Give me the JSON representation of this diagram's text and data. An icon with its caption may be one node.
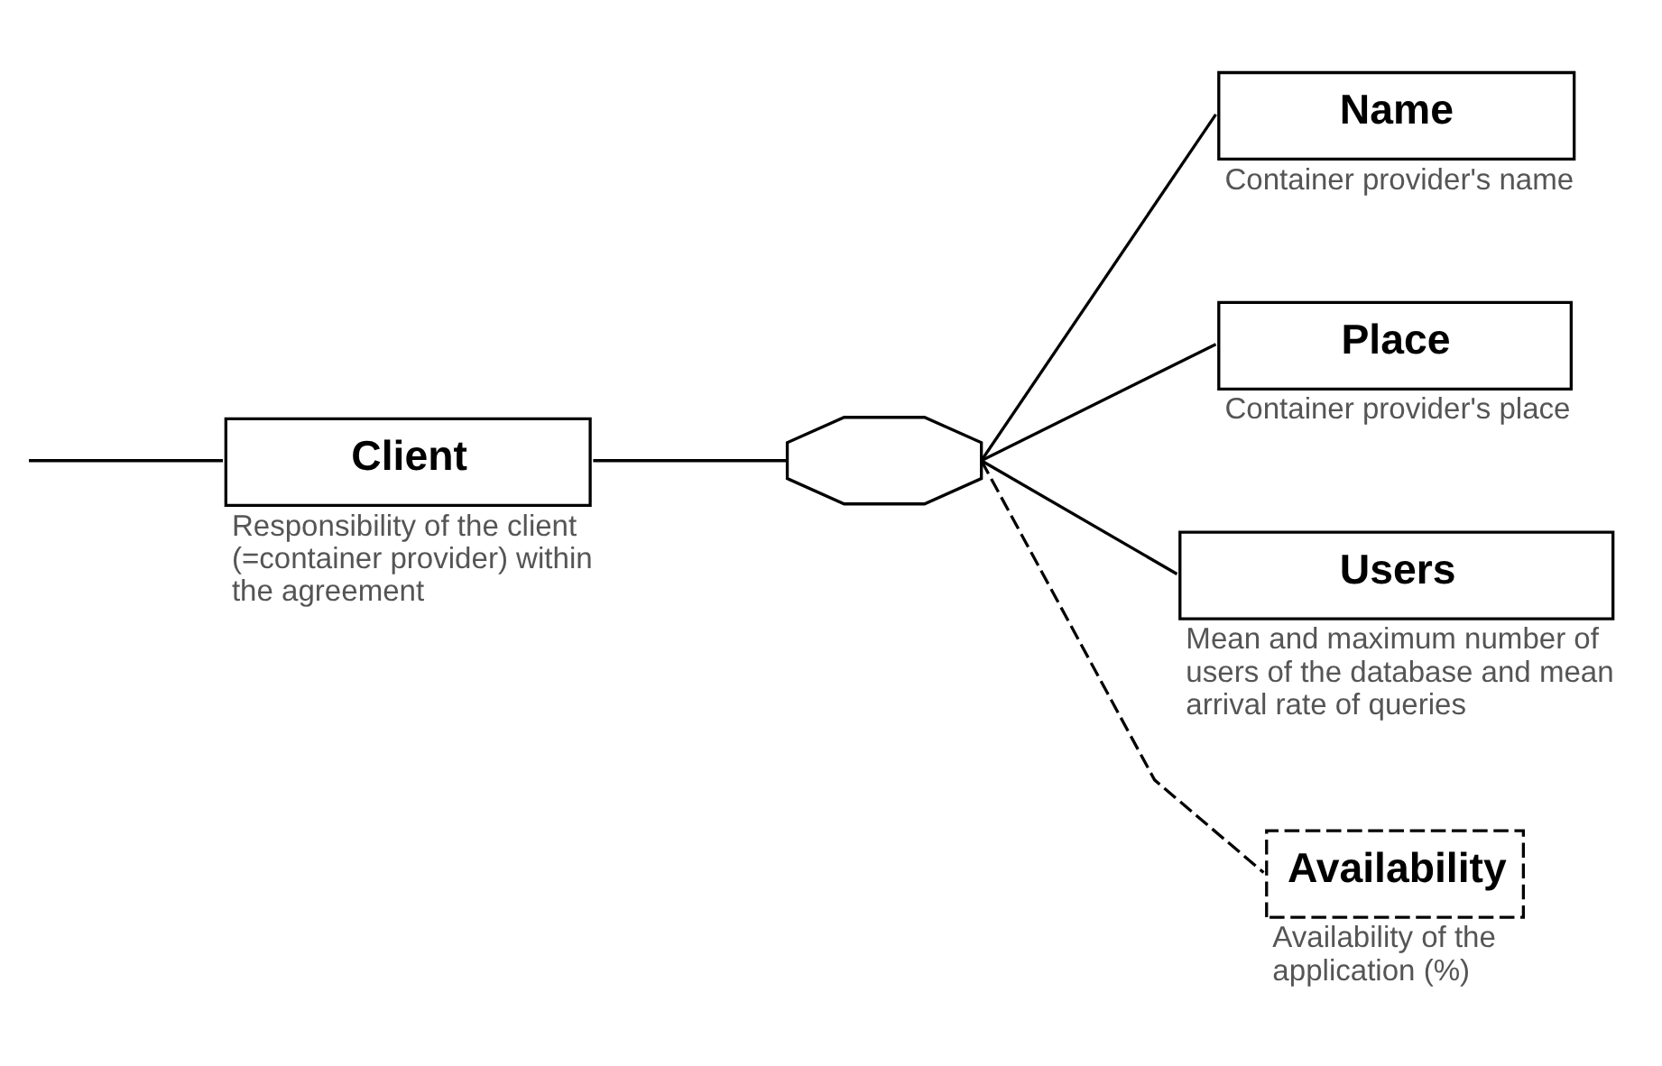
{
  "diagram": {
    "nodes": [
      {
        "text": [
          "Client"
        ],
        "beside": [
          "Responsibility of the client (=container provider) within the agreement"
        ]
      },
      {
        "text": [],
        "shape": "octagon"
      },
      {
        "text": [
          "Name"
        ],
        "beside": [
          "Container provider's name"
        ]
      },
      {
        "text": [
          "Place"
        ],
        "beside": [
          "Container provider's place"
        ]
      },
      {
        "text": [
          "Users"
        ],
        "beside": [
          "Mean and maximum number of users of the database and mean arrival rate of queries"
        ]
      },
      {
        "text": [
          "Availability"
        ],
        "beside": [
          "Availability of the application (%)"
        ]
      }
    ],
    "edges": [
      {
        "from": null,
        "to": 0,
        "arrow": "none"
      },
      {
        "from": 0,
        "to": 1,
        "arrow": "none"
      },
      {
        "from": 1,
        "to": 2,
        "arrow": "none"
      },
      {
        "from": 1,
        "to": 3,
        "arrow": "none"
      },
      {
        "from": 1,
        "to": 4,
        "arrow": "none"
      },
      {
        "from": 1,
        "to": 5,
        "arrow": "none",
        "style": "dashed"
      }
    ]
  }
}
